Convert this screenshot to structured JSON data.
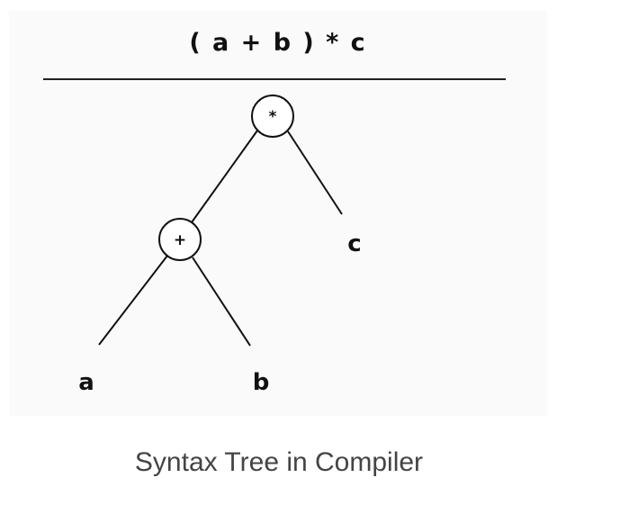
{
  "expression": "(a + b) * c",
  "expression_display": "( a + b ) * c",
  "tree": {
    "root": {
      "id": "mul",
      "label": "*",
      "type": "operator"
    },
    "nodes": [
      {
        "id": "mul",
        "label": "*",
        "type": "operator"
      },
      {
        "id": "add",
        "label": "+",
        "type": "operator"
      },
      {
        "id": "c",
        "label": "c",
        "type": "leaf"
      },
      {
        "id": "a",
        "label": "a",
        "type": "leaf"
      },
      {
        "id": "b",
        "label": "b",
        "type": "leaf"
      }
    ],
    "edges": [
      {
        "from": "mul",
        "to": "add"
      },
      {
        "from": "mul",
        "to": "c"
      },
      {
        "from": "add",
        "to": "a"
      },
      {
        "from": "add",
        "to": "b"
      }
    ]
  },
  "caption": "Syntax Tree in Compiler",
  "colors": {
    "ink": "#111111",
    "caption": "#444444",
    "figure_background": "#fafafa"
  }
}
